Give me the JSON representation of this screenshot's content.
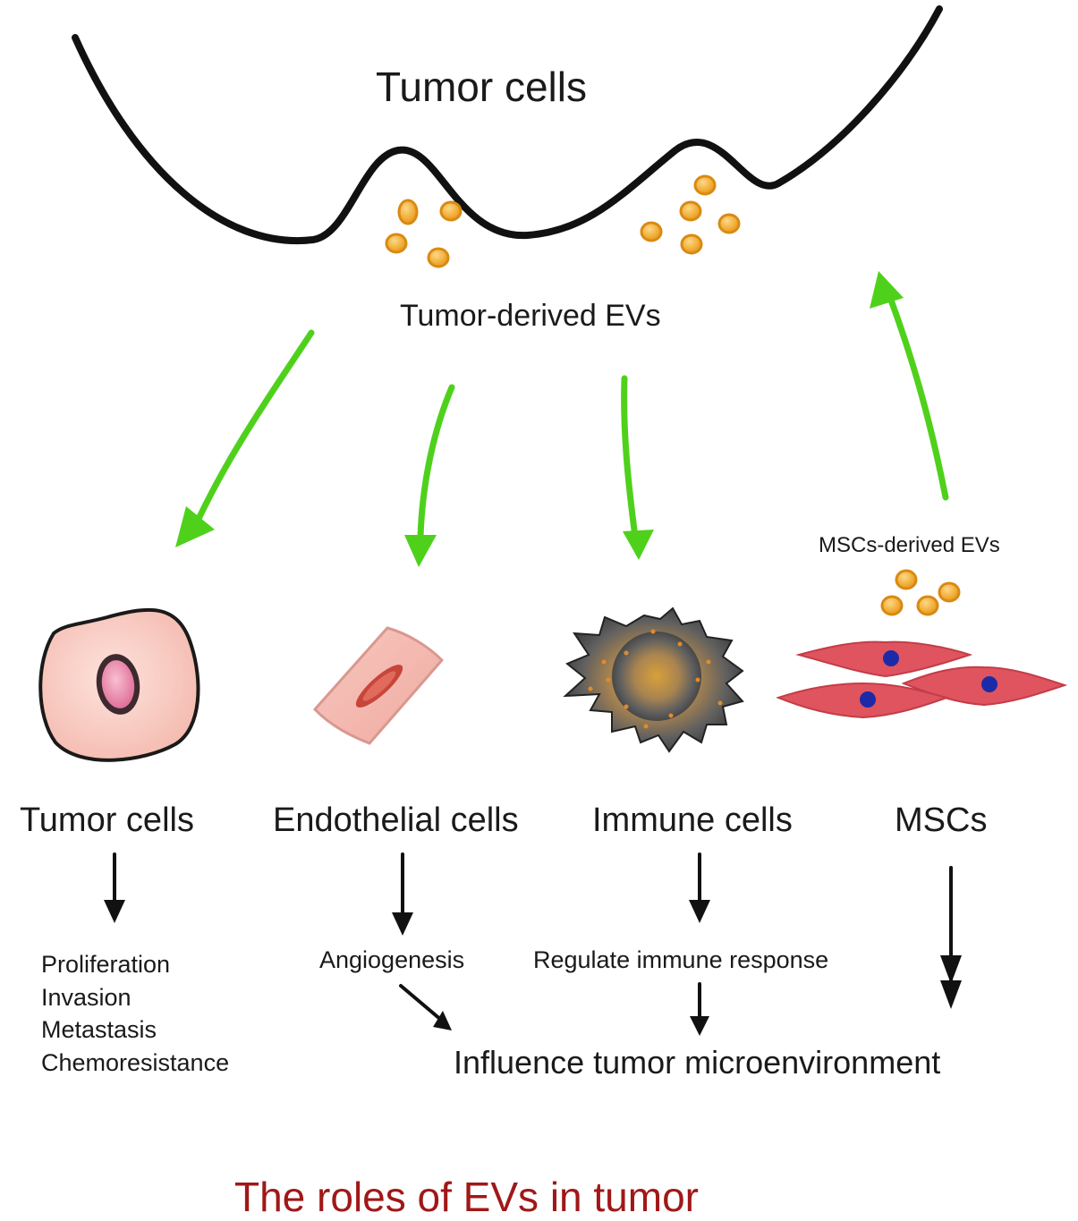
{
  "header": {
    "title": "Tumor cells",
    "source_label": "Tumor-derived EVs"
  },
  "msc_ev_label": "MSCs-derived EVs",
  "cells": [
    {
      "label": "Tumor cells"
    },
    {
      "label": "Endothelial cells"
    },
    {
      "label": "Immune cells"
    },
    {
      "label": "MSCs"
    }
  ],
  "effects": {
    "tumor": [
      "Proliferation",
      "Invasion",
      "Metastasis",
      "Chemoresistance"
    ],
    "endothelial": "Angiogenesis",
    "immune": "Regulate immune response",
    "shared": "Influence tumor microenvironment"
  },
  "footer_title": "The roles of EVs in tumor",
  "colors": {
    "green_arrow": "#4fd11c",
    "ev_fill": "#f2b03a",
    "ev_stroke": "#d98a12",
    "footer_title": "#a01818",
    "msc_cell": "#e0545f",
    "msc_nucleus": "#1d2aa8"
  },
  "icons": [
    "tumor-cell-icon",
    "endothelial-cell-icon",
    "immune-cell-icon",
    "msc-cells-icon"
  ]
}
